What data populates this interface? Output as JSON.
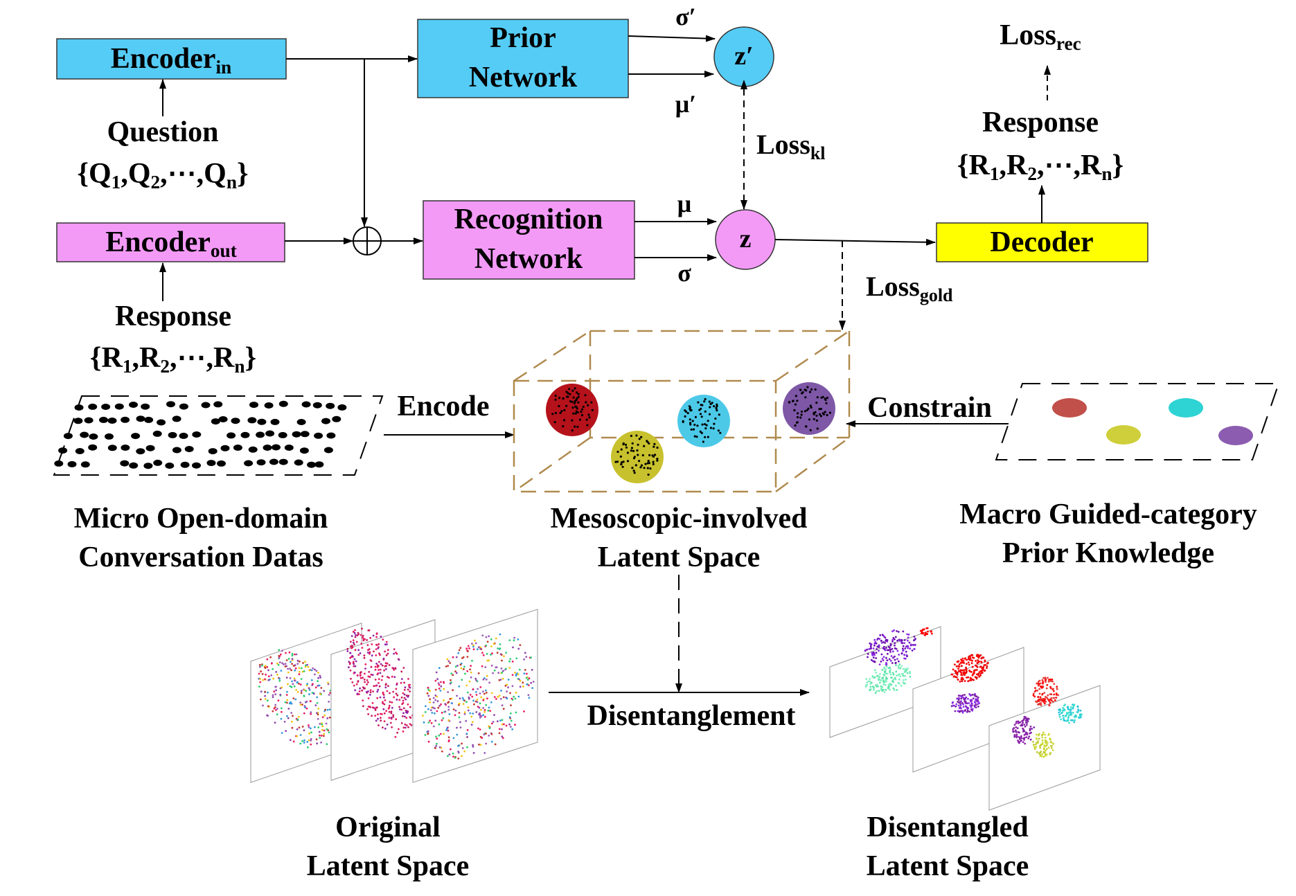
{
  "colors": {
    "cyan_box": "#55CCF5",
    "pink_box": "#F39AF7",
    "yellow_box": "#FFFF00",
    "node": "#55CCF5",
    "node_z": "#F39AF7",
    "cube_edge": "#B08A4E",
    "cluster_red": "#B5121B",
    "cluster_cyan": "#4DC9E8",
    "cluster_yellow": "#C8C12E",
    "cluster_purple": "#7E57A6",
    "ellipse_red": "#C1504A",
    "ellipse_cyan": "#2ED3D3",
    "ellipse_yellow": "#CECF3A",
    "ellipse_purple": "#8B5CB0"
  },
  "top": {
    "encoder_in": {
      "main": "Encoder",
      "sub": "in"
    },
    "encoder_out": {
      "main": "Encoder",
      "sub": "out"
    },
    "prior_network": {
      "line1": "Prior",
      "line2": "Network"
    },
    "recognition_network": {
      "line1": "Recognition",
      "line2": "Network"
    },
    "decoder": "Decoder",
    "z_prime": "z′",
    "z": "z",
    "sigma_prime": "σ′",
    "mu_prime": "μ′",
    "mu": "μ",
    "sigma": "σ",
    "loss_kl": {
      "main": "Loss",
      "sub": "kl"
    },
    "loss_rec": {
      "main": "Loss",
      "sub": "rec"
    },
    "loss_gold": {
      "main": "Loss",
      "sub": "gold"
    },
    "question": {
      "label": "Question",
      "p0": "{Q",
      "s1": "1",
      "p1": ",Q",
      "s2": "2",
      "p2": ",⋯,Q",
      "s3": "n",
      "p3": "}"
    },
    "response_left": {
      "label": "Response",
      "p0": "{R",
      "s1": "1",
      "p1": ",R",
      "s2": "2",
      "p2": ",⋯,R",
      "s3": "n",
      "p3": "}"
    },
    "response_right": {
      "label": "Response",
      "p0": "{R",
      "s1": "1",
      "p1": ",R",
      "s2": "2",
      "p2": ",⋯,R",
      "s3": "n",
      "p3": "}"
    }
  },
  "middle": {
    "encode": "Encode",
    "constrain": "Constrain",
    "micro": {
      "line1": "Micro Open-domain",
      "line2": "Conversation Datas"
    },
    "meso": {
      "line1": "Mesoscopic-involved",
      "line2": "Latent Space"
    },
    "macro": {
      "line1": "Macro Guided-category",
      "line2": "Prior Knowledge"
    }
  },
  "bottom": {
    "disentanglement": "Disentanglement",
    "original": {
      "line1": "Original",
      "line2": "Latent Space"
    },
    "disentangled": {
      "line1": "Disentangled",
      "line2": "Latent Space"
    }
  }
}
